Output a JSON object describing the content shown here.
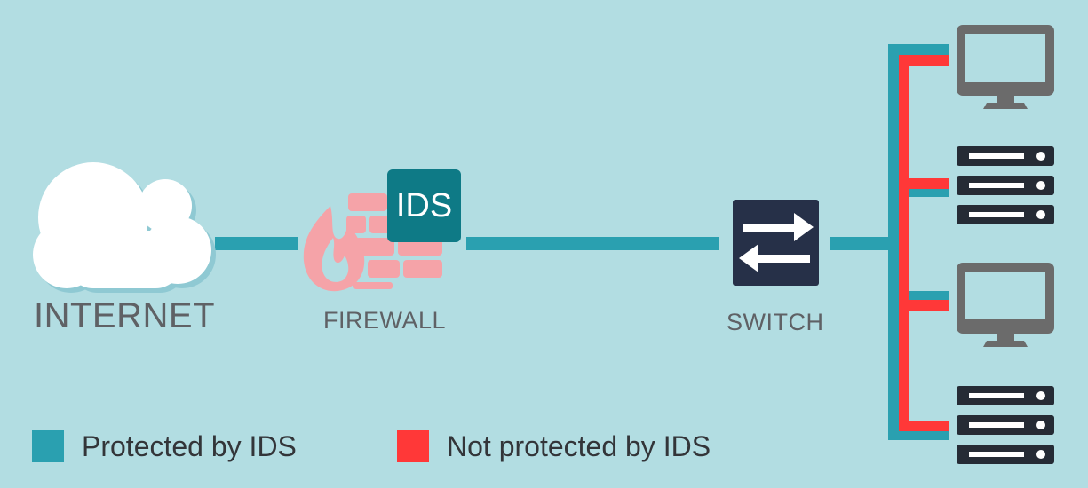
{
  "labels": {
    "internet": "INTERNET",
    "firewall": "FIREWALL",
    "ids_badge": "IDS",
    "switch": "SWITCH"
  },
  "legend": [
    {
      "label": "Protected by IDS",
      "color": "#2aa0b0"
    },
    {
      "label": "Not protected by IDS",
      "color": "#ff3838"
    }
  ],
  "colors": {
    "background": "#b2dde2",
    "protected_link": "#2aa0b0",
    "unprotected_link": "#ff3838",
    "cloud": "#ffffff",
    "cloud_shadow": "#8fc9d3",
    "firewall": "#f5a3a8",
    "ids_badge": "#0e7a86",
    "switch": "#263048",
    "device": "#6b6b6b",
    "server": "#252b35",
    "text": "#5f6165"
  },
  "devices": [
    {
      "type": "monitor",
      "icon": "monitor-icon"
    },
    {
      "type": "server",
      "icon": "server-icon"
    },
    {
      "type": "monitor",
      "icon": "monitor-icon"
    },
    {
      "type": "server",
      "icon": "server-icon"
    }
  ]
}
